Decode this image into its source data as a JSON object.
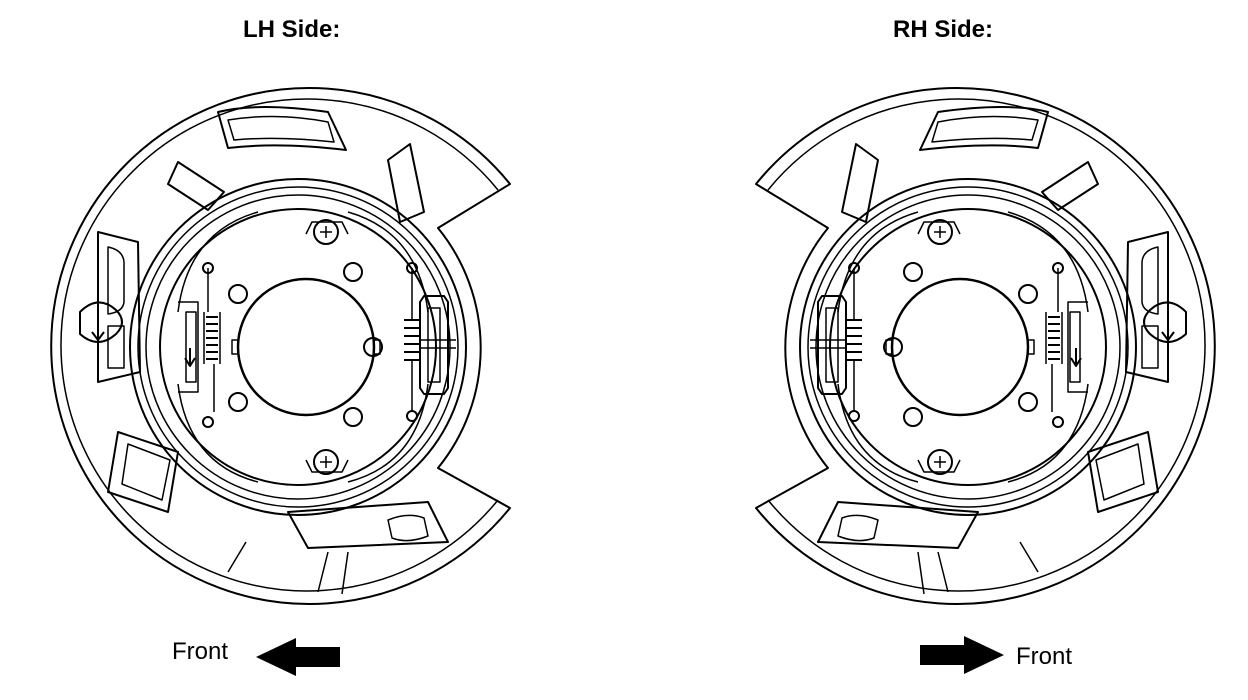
{
  "lh": {
    "title": "LH Side:",
    "front_label": "Front",
    "front_direction": "left"
  },
  "rh": {
    "title": "RH Side:",
    "front_label": "Front",
    "front_direction": "right"
  },
  "colors": {
    "line": "#000000",
    "background": "#ffffff"
  }
}
